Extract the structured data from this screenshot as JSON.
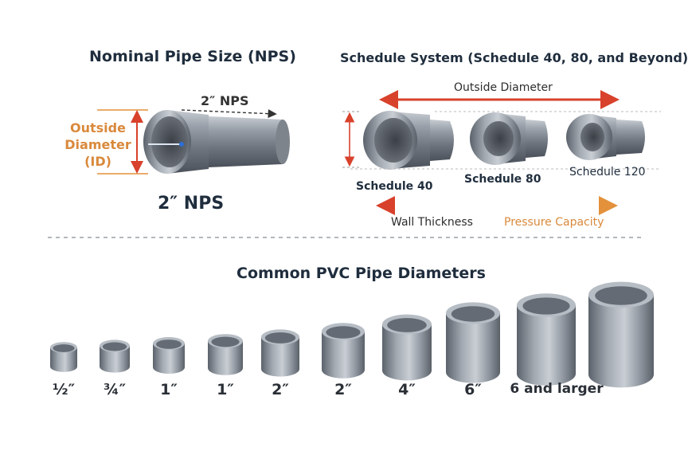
{
  "nps_section": {
    "title": "Nominal Pipe Size (NPS)",
    "arrow_label": "2″ NPS",
    "od_label_lines": [
      "Outside",
      "Diameter",
      "(ID)"
    ],
    "size_label": "2″ NPS"
  },
  "schedule_section": {
    "title": "Schedule System (Schedule 40, 80, and Beyond)",
    "od_arrow_label": "Outside Diameter",
    "schedules": [
      "Schedule 40",
      "Schedule 80",
      "Schedule 120"
    ],
    "wall_thickness_label": "Wall Thickness",
    "pressure_label": "Pressure Capacity"
  },
  "pvc_section": {
    "title": "Common PVC Pipe Diameters",
    "sizes": [
      "½″",
      "¾″",
      "1″",
      "1″",
      "2″",
      "2″",
      "4″",
      "6″",
      "6 and larger"
    ]
  },
  "colors": {
    "accent_orange": "#d9893b",
    "arrow_red": "#d8412b",
    "pipe_gray": "#8a9099",
    "title_navy": "#1f2d3d"
  }
}
